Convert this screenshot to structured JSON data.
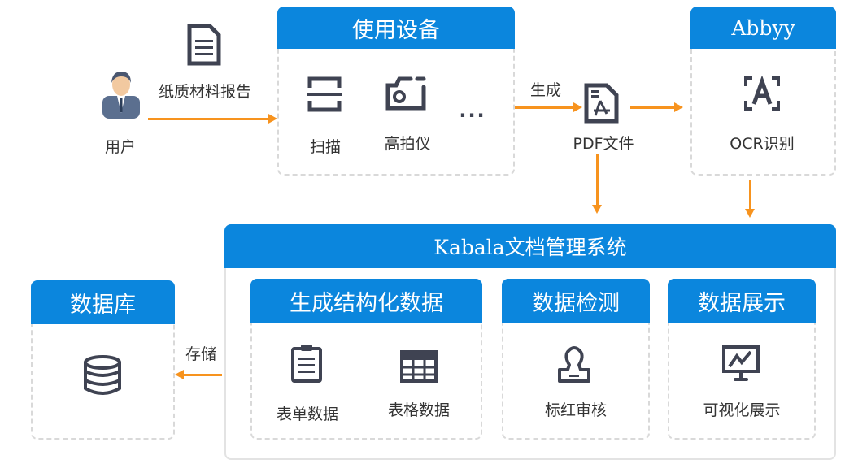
{
  "user": {
    "label": "用户"
  },
  "paper": {
    "label": "纸质材料报告"
  },
  "devices": {
    "title": "使用设备",
    "items": [
      {
        "label": "扫描",
        "icon": "scan-icon"
      },
      {
        "label": "高拍仪",
        "icon": "camera-icon"
      }
    ],
    "more": "..."
  },
  "generate": {
    "label": "生成"
  },
  "pdf": {
    "label": "PDF文件"
  },
  "abbyy": {
    "title": "Abbyy",
    "item": "OCR识别"
  },
  "kabala": {
    "title": "Kabala文档管理系统",
    "modules": [
      {
        "title": "生成结构化数据",
        "items": [
          "表单数据",
          "表格数据"
        ]
      },
      {
        "title": "数据检测",
        "items": [
          "标红审核"
        ]
      },
      {
        "title": "数据展示",
        "items": [
          "可视化展示"
        ]
      }
    ]
  },
  "storage": {
    "label": "存储"
  },
  "database": {
    "title": "数据库"
  },
  "colors": {
    "header": "#0b86dd",
    "arrow": "#f7931e",
    "icon": "#3f4352"
  }
}
